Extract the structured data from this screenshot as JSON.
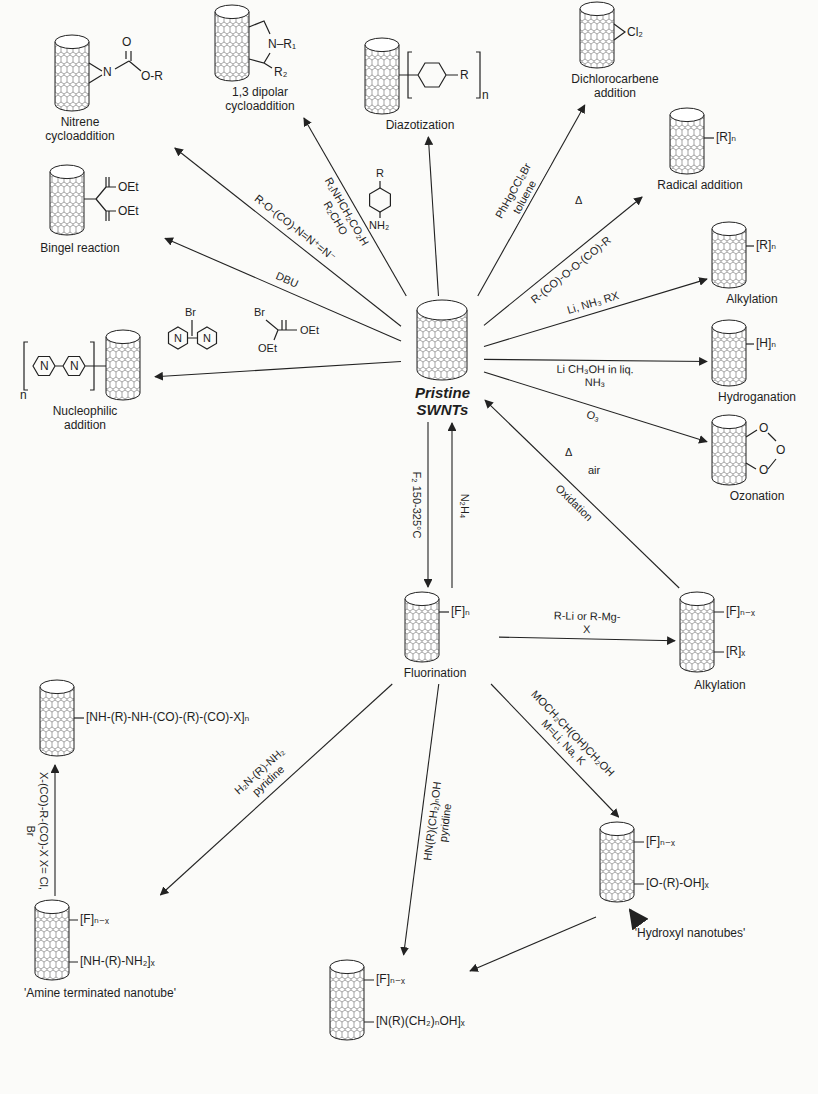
{
  "diagram": {
    "nodes": [
      {
        "text": [
          "N",
          "O",
          "O-R",
          "Nitrene cycloaddition"
        ]
      },
      {
        "text": [
          "N–R₁",
          "R₂",
          "1,3 dipolar cycloaddition"
        ]
      },
      {
        "text": [
          "R",
          "n",
          "Diazotization"
        ]
      },
      {
        "text": [
          "Cl₂",
          "Dichlorocarbene addition"
        ]
      },
      {
        "text": [
          "[R]ₙ",
          "Radical addition"
        ]
      },
      {
        "text": [
          "OEt",
          "OEt",
          "Bingel reaction"
        ]
      },
      {
        "text": [
          "[R]ₙ",
          "Alkylation"
        ]
      },
      {
        "text": [
          "[H]ₙ",
          "Hydroganation"
        ]
      },
      {
        "text": [
          "O",
          "O",
          "O",
          "Ozonation"
        ]
      },
      {
        "text": [
          "N",
          "N",
          "n",
          "Nucleophilic addition"
        ]
      },
      {
        "text": [
          "Pristine SWNTs"
        ]
      },
      {
        "text": [
          "[F]ₙ",
          "Fluorination"
        ]
      },
      {
        "text": [
          "[F]ₙ₋ₓ",
          "[R]ₓ",
          "Alkylation"
        ]
      },
      {
        "text": [
          "[NH-(R)-NH-(CO)-(R)-(CO)-X]ₙ"
        ]
      },
      {
        "text": [
          "[F]ₙ₋ₓ",
          "[NH-(R)-NH₂]ₓ",
          "'Amine terminated nanotube'"
        ]
      },
      {
        "text": [
          "[F]ₙ₋ₓ",
          "[O-(R)-OH]ₓ",
          "'Hydroxyl nanotubes'"
        ]
      },
      {
        "text": [
          "[F]ₙ₋ₓ",
          "[N(R)(CH₂)ₙOH]ₓ"
        ]
      }
    ],
    "edges": [
      {
        "from": 10,
        "to": 0,
        "arrow": "to",
        "label": "R-O-(CO)-N=N⁺=N⁻"
      },
      {
        "from": 10,
        "to": 1,
        "arrow": "to",
        "label": "R₁NHCH₂CO₂H R₂CHO"
      },
      {
        "from": 10,
        "to": 2,
        "arrow": "to"
      },
      {
        "from": 10,
        "to": 3,
        "arrow": "to",
        "label": "PhHgCCl₂Br toluene"
      },
      {
        "from": 10,
        "to": 4,
        "arrow": "to",
        "label": "R-(CO)-O-O-(CO)-R"
      },
      {
        "from": 10,
        "to": 6,
        "arrow": "to",
        "label": "Li, NH₃ RX"
      },
      {
        "from": 10,
        "to": 7,
        "arrow": "to",
        "label": "Li CH₃OH in liq. NH₃"
      },
      {
        "from": 10,
        "to": 8,
        "arrow": "to",
        "label": "O₃"
      },
      {
        "from": 10,
        "to": 9,
        "arrow": "to"
      },
      {
        "from": 10,
        "to": 5,
        "arrow": "to",
        "label": "DBU"
      },
      {
        "from": 10,
        "to": 11,
        "arrow": "to",
        "label": "F₂ 150-325°C"
      },
      {
        "from": 11,
        "to": 10,
        "arrow": "to",
        "label": "N₂H₄"
      },
      {
        "from": 12,
        "to": 10,
        "arrow": "to",
        "label": "Oxidation"
      },
      {
        "from": 11,
        "to": 12,
        "arrow": "to",
        "label": "R-Li or R-Mg-X"
      },
      {
        "from": 11,
        "to": 15,
        "arrow": "to",
        "label": "MOCH₂CH(OH)CH₂OH M=Li, Na, K"
      },
      {
        "from": 11,
        "to": 16,
        "arrow": "to",
        "label": "HN(R)(CH₂)ₙOH pyridine"
      },
      {
        "from": 11,
        "to": 14,
        "arrow": "to",
        "label": "H₂N-(R)-NH₂ pyridine"
      },
      {
        "from": 14,
        "to": 13,
        "arrow": "to",
        "label": "X-(CO)-R-(CO)-X X= Cl, Br"
      },
      {
        "from": 15,
        "to": 16,
        "arrow": "to"
      }
    ],
    "labels": [
      "Br",
      "OEt",
      "OEt",
      "Br",
      "N",
      "N",
      "R",
      "NH₂",
      "Δ",
      "Δ",
      "air"
    ]
  }
}
